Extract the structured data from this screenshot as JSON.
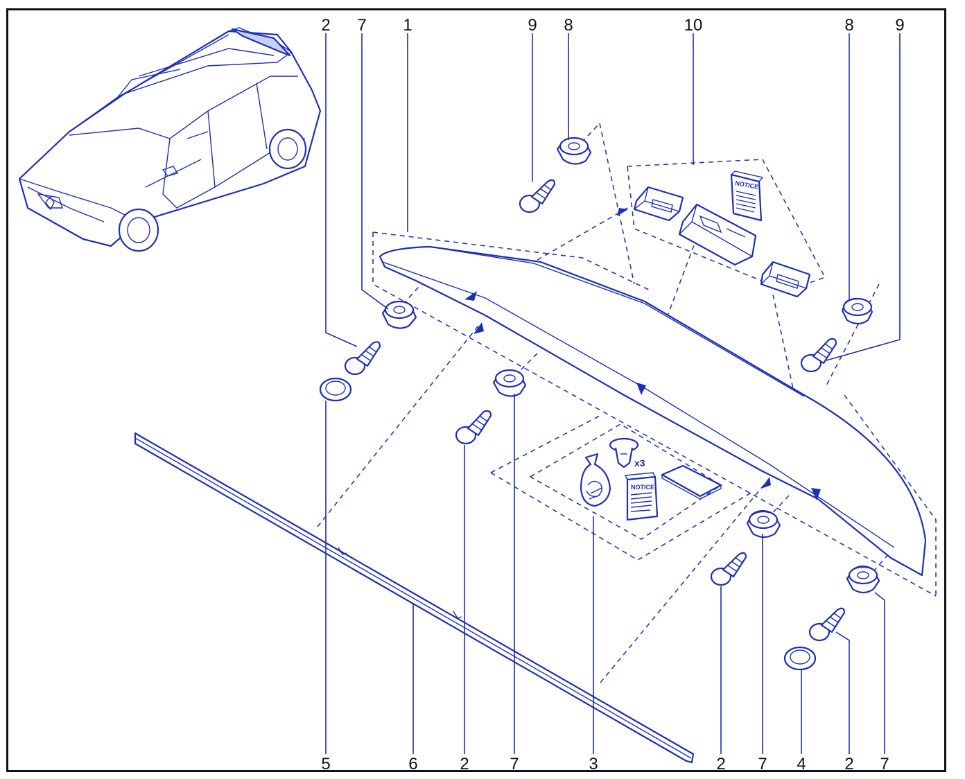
{
  "diagram": {
    "top_callouts": [
      "2",
      "7",
      "1",
      "9",
      "8",
      "10",
      "8",
      "9"
    ],
    "bottom_callouts": [
      "5",
      "6",
      "2",
      "7",
      "3",
      "2",
      "7",
      "4",
      "2",
      "7"
    ],
    "notice_label": "NOTICE",
    "quantity_label": "x3",
    "colors": {
      "line": "#1d2fb5",
      "frame": "#111111",
      "background": "#ffffff"
    }
  }
}
